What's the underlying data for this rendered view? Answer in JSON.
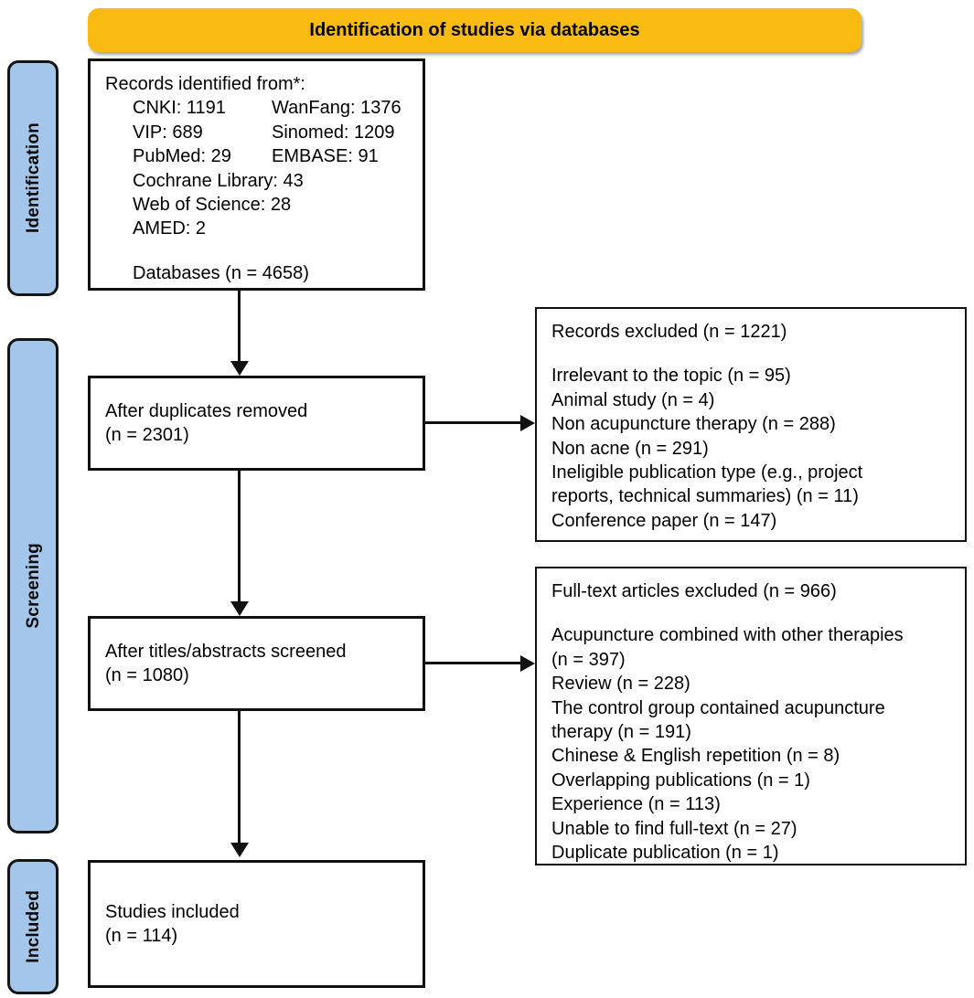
{
  "diagram": {
    "title": "Identification of studies via databases",
    "type": "PRISMA flow diagram"
  },
  "phases": [
    {
      "id": "identification",
      "label": "Identification"
    },
    {
      "id": "screening",
      "label": "Screening"
    },
    {
      "id": "included",
      "label": "Included"
    }
  ],
  "boxes": {
    "records_identified": {
      "heading": "Records identified from*:",
      "sources": [
        {
          "name": "CNKI:",
          "count": "1191",
          "name2": "WanFang:",
          "count2": "1376"
        },
        {
          "name": "VIP:",
          "count": "689",
          "name2": "Sinomed:",
          "count2": "1209"
        },
        {
          "name": "PubMed:",
          "count": "29",
          "name2": "EMBASE:",
          "count2": "91"
        },
        {
          "name": "Cochrane Library:",
          "count": "43",
          "name2": "",
          "count2": ""
        },
        {
          "name": "Web of Science:",
          "count": "28",
          "name2": "",
          "count2": ""
        },
        {
          "name": "AMED:",
          "count": "2",
          "name2": "",
          "count2": ""
        }
      ],
      "total": "Databases (n = 4658)"
    },
    "after_duplicates": {
      "line1": "After duplicates removed",
      "line2": "(n = 2301)"
    },
    "after_screened": {
      "line1": "After titles/abstracts screened",
      "line2": "(n = 1080)"
    },
    "studies_included": {
      "line1": "Studies included",
      "line2": "(n = 114)"
    },
    "records_excluded": {
      "heading": "Records excluded (n = 1221)",
      "reasons": [
        "Irrelevant to the topic (n = 95)",
        "Animal study (n = 4)",
        "Non acupuncture therapy (n = 288)",
        "Non acne (n = 291)",
        "Ineligible publication type (e.g., project\nreports, technical summaries) (n = 11)",
        "Conference paper (n = 147)"
      ]
    },
    "fulltext_excluded": {
      "heading": "Full-text articles excluded (n = 966)",
      "reasons": [
        "Acupuncture combined with other therapies\n(n = 397)",
        "Review (n = 228)",
        "The control group contained acupuncture\ntherapy (n = 191)",
        "Chinese & English repetition (n = 8)",
        "Overlapping publications (n = 1)",
        "Experience (n = 113)",
        "Unable to find full-text (n = 27)",
        "Duplicate publication (n = 1)"
      ]
    }
  },
  "colors": {
    "banner": "#F9BA11",
    "phase_bar": "#A3C6EA",
    "stroke": "#111111"
  }
}
